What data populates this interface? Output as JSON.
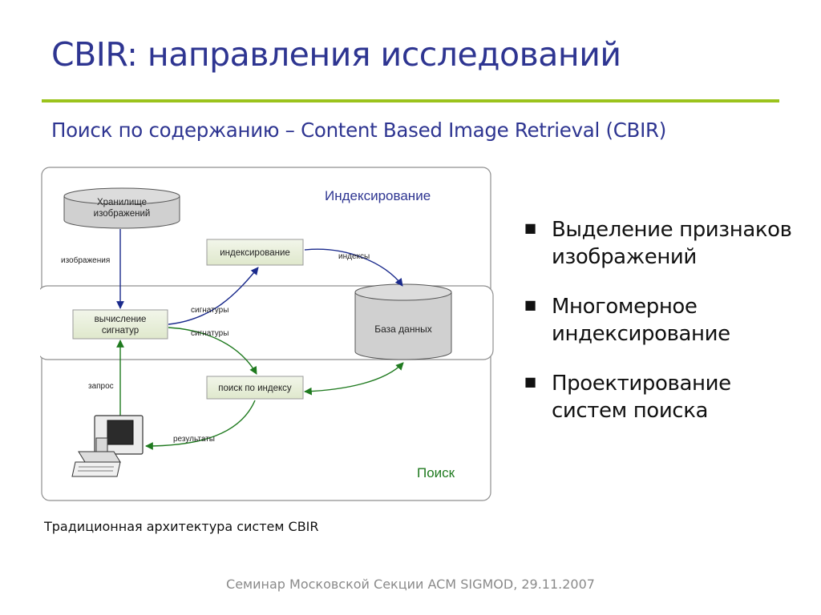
{
  "slide": {
    "title": "CBIR: направления исследований",
    "subtitle": "Поиск по содержанию – Content Based Image Retrieval (CBIR)",
    "caption": "Традиционная архитектура систем CBIR",
    "footer": "Семинар Московской Секции ACM SIGMOD, 29.11.2007"
  },
  "bullets": [
    {
      "lines": [
        "Выделение признаков",
        "изображений"
      ]
    },
    {
      "lines": [
        "Многомерное",
        "индексирование"
      ]
    },
    {
      "lines": [
        "Проектирование",
        "систем поиска"
      ]
    }
  ],
  "diagram": {
    "region_indexing": "Индексирование",
    "region_search": "Поиск",
    "storage": [
      "Хранилище",
      "изображений"
    ],
    "compute_signature": [
      "вычисление",
      "сигнатур"
    ],
    "indexing_box": "индексирование",
    "index_search_box": "поиск по индексу",
    "database": "База данных",
    "edge_images": "изображения",
    "edge_indexes": "индексы",
    "edge_signatures_top": "сигнатуры",
    "edge_signatures_bottom": "сигнатуры",
    "edge_query": "запрос",
    "edge_results": "результаты",
    "colors": {
      "blue_arrow": "#1a2a8c",
      "green_arrow": "#1f7a1f",
      "box_fill": "#e8efd9",
      "cylinder_fill": "#d0d0d0",
      "region_text": "#2e3591",
      "rule": "#9bc31c"
    }
  }
}
